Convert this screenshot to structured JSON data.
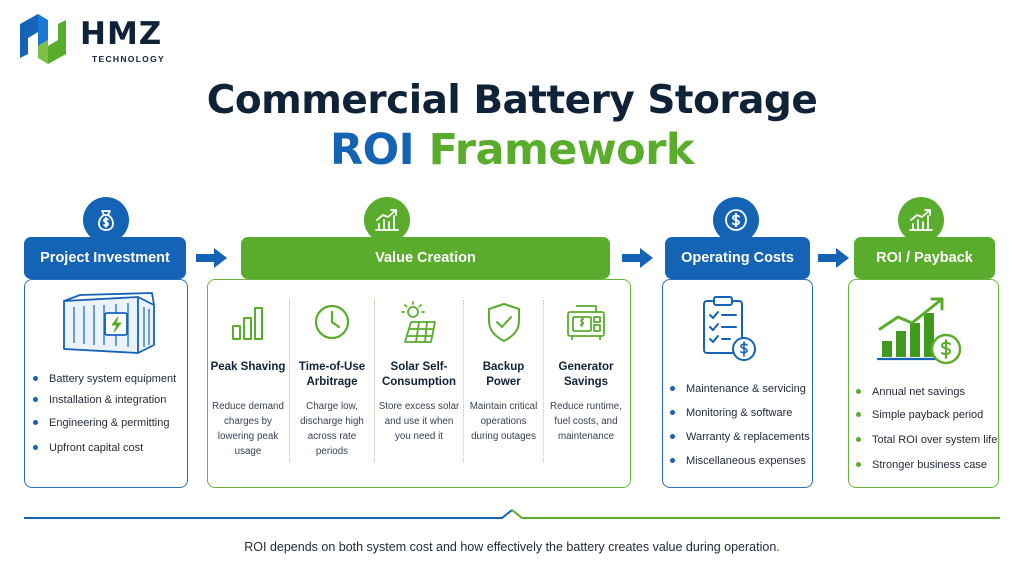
{
  "brand": {
    "name": "HMZ",
    "tagline": "TECHNOLOGY",
    "colors": {
      "navy": "#0f2237",
      "blue": "#1463b5",
      "green": "#5aac2c"
    }
  },
  "title": {
    "line1": "Commercial Battery Storage",
    "line2_part1": "ROI",
    "line2_part2": "Framework"
  },
  "investment": {
    "icon": "money-bag-icon",
    "header": "Project Investment",
    "image_icon": "battery-container-icon",
    "items": [
      "Battery system equipment",
      "Installation & integration",
      "Engineering & permitting",
      "Upfront capital cost"
    ]
  },
  "value": {
    "icon": "growth-chart-icon",
    "header": "Value Creation",
    "columns": [
      {
        "icon": "bar-chart-icon",
        "title": "Peak Shaving",
        "desc": "Reduce demand charges by lowering peak usage"
      },
      {
        "icon": "clock-icon",
        "title": "Time-of-Use Arbitrage",
        "desc": "Charge low, discharge high across rate periods"
      },
      {
        "icon": "solar-panel-icon",
        "title": "Solar Self-Consumption",
        "desc": "Store excess solar and use it when you need it"
      },
      {
        "icon": "shield-check-icon",
        "title": "Backup Power",
        "desc": "Maintain critical operations during outages"
      },
      {
        "icon": "generator-icon",
        "title": "Generator Savings",
        "desc": "Reduce runtime, fuel costs, and maintenance"
      }
    ]
  },
  "operating": {
    "icon": "dollar-coin-icon",
    "header": "Operating Costs",
    "image_icon": "checklist-dollar-icon",
    "items": [
      "Maintenance & servicing",
      "Monitoring & software",
      "Warranty & replacements",
      "Miscellaneous expenses"
    ]
  },
  "roi": {
    "icon": "growth-chart-icon",
    "header": "ROI / Payback",
    "image_icon": "rising-bars-dollar-icon",
    "items": [
      "Annual net savings",
      "Simple payback period",
      "Total ROI over system life",
      "Stronger business case"
    ]
  },
  "footer": {
    "text": "ROI depends on both system cost and how effectively the battery creates value during operation."
  }
}
